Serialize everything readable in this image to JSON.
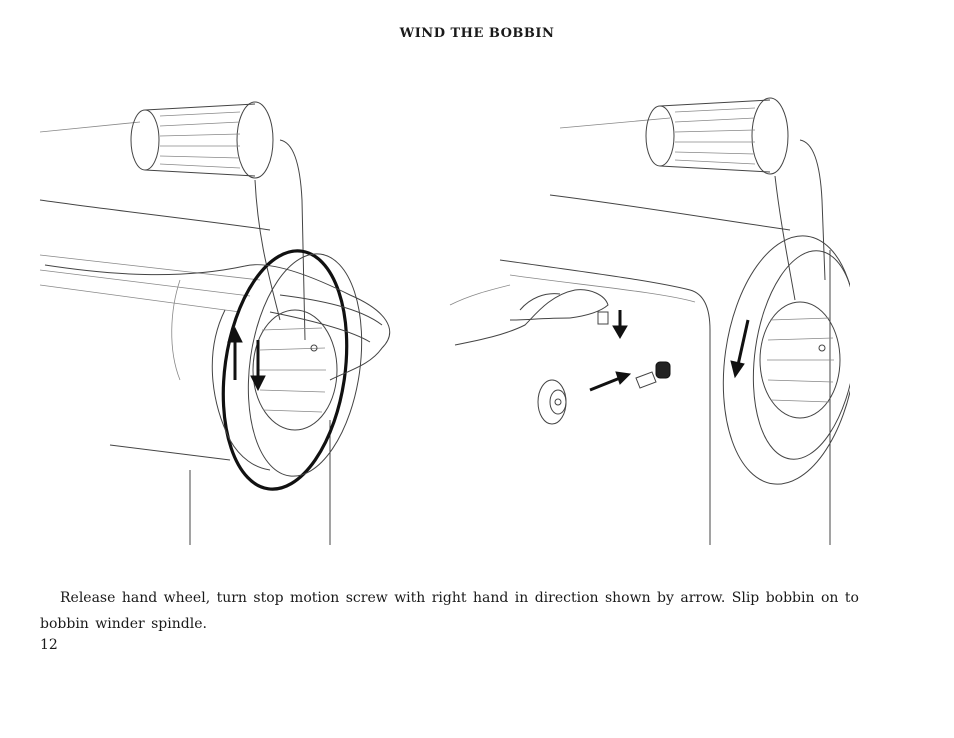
{
  "page": {
    "title": "WIND THE BOBBIN",
    "caption": "Release hand wheel, turn stop motion screw with right hand in direction shown by arrow. Slip bobbin on to bobbin winder spindle.",
    "page_number": "12"
  }
}
